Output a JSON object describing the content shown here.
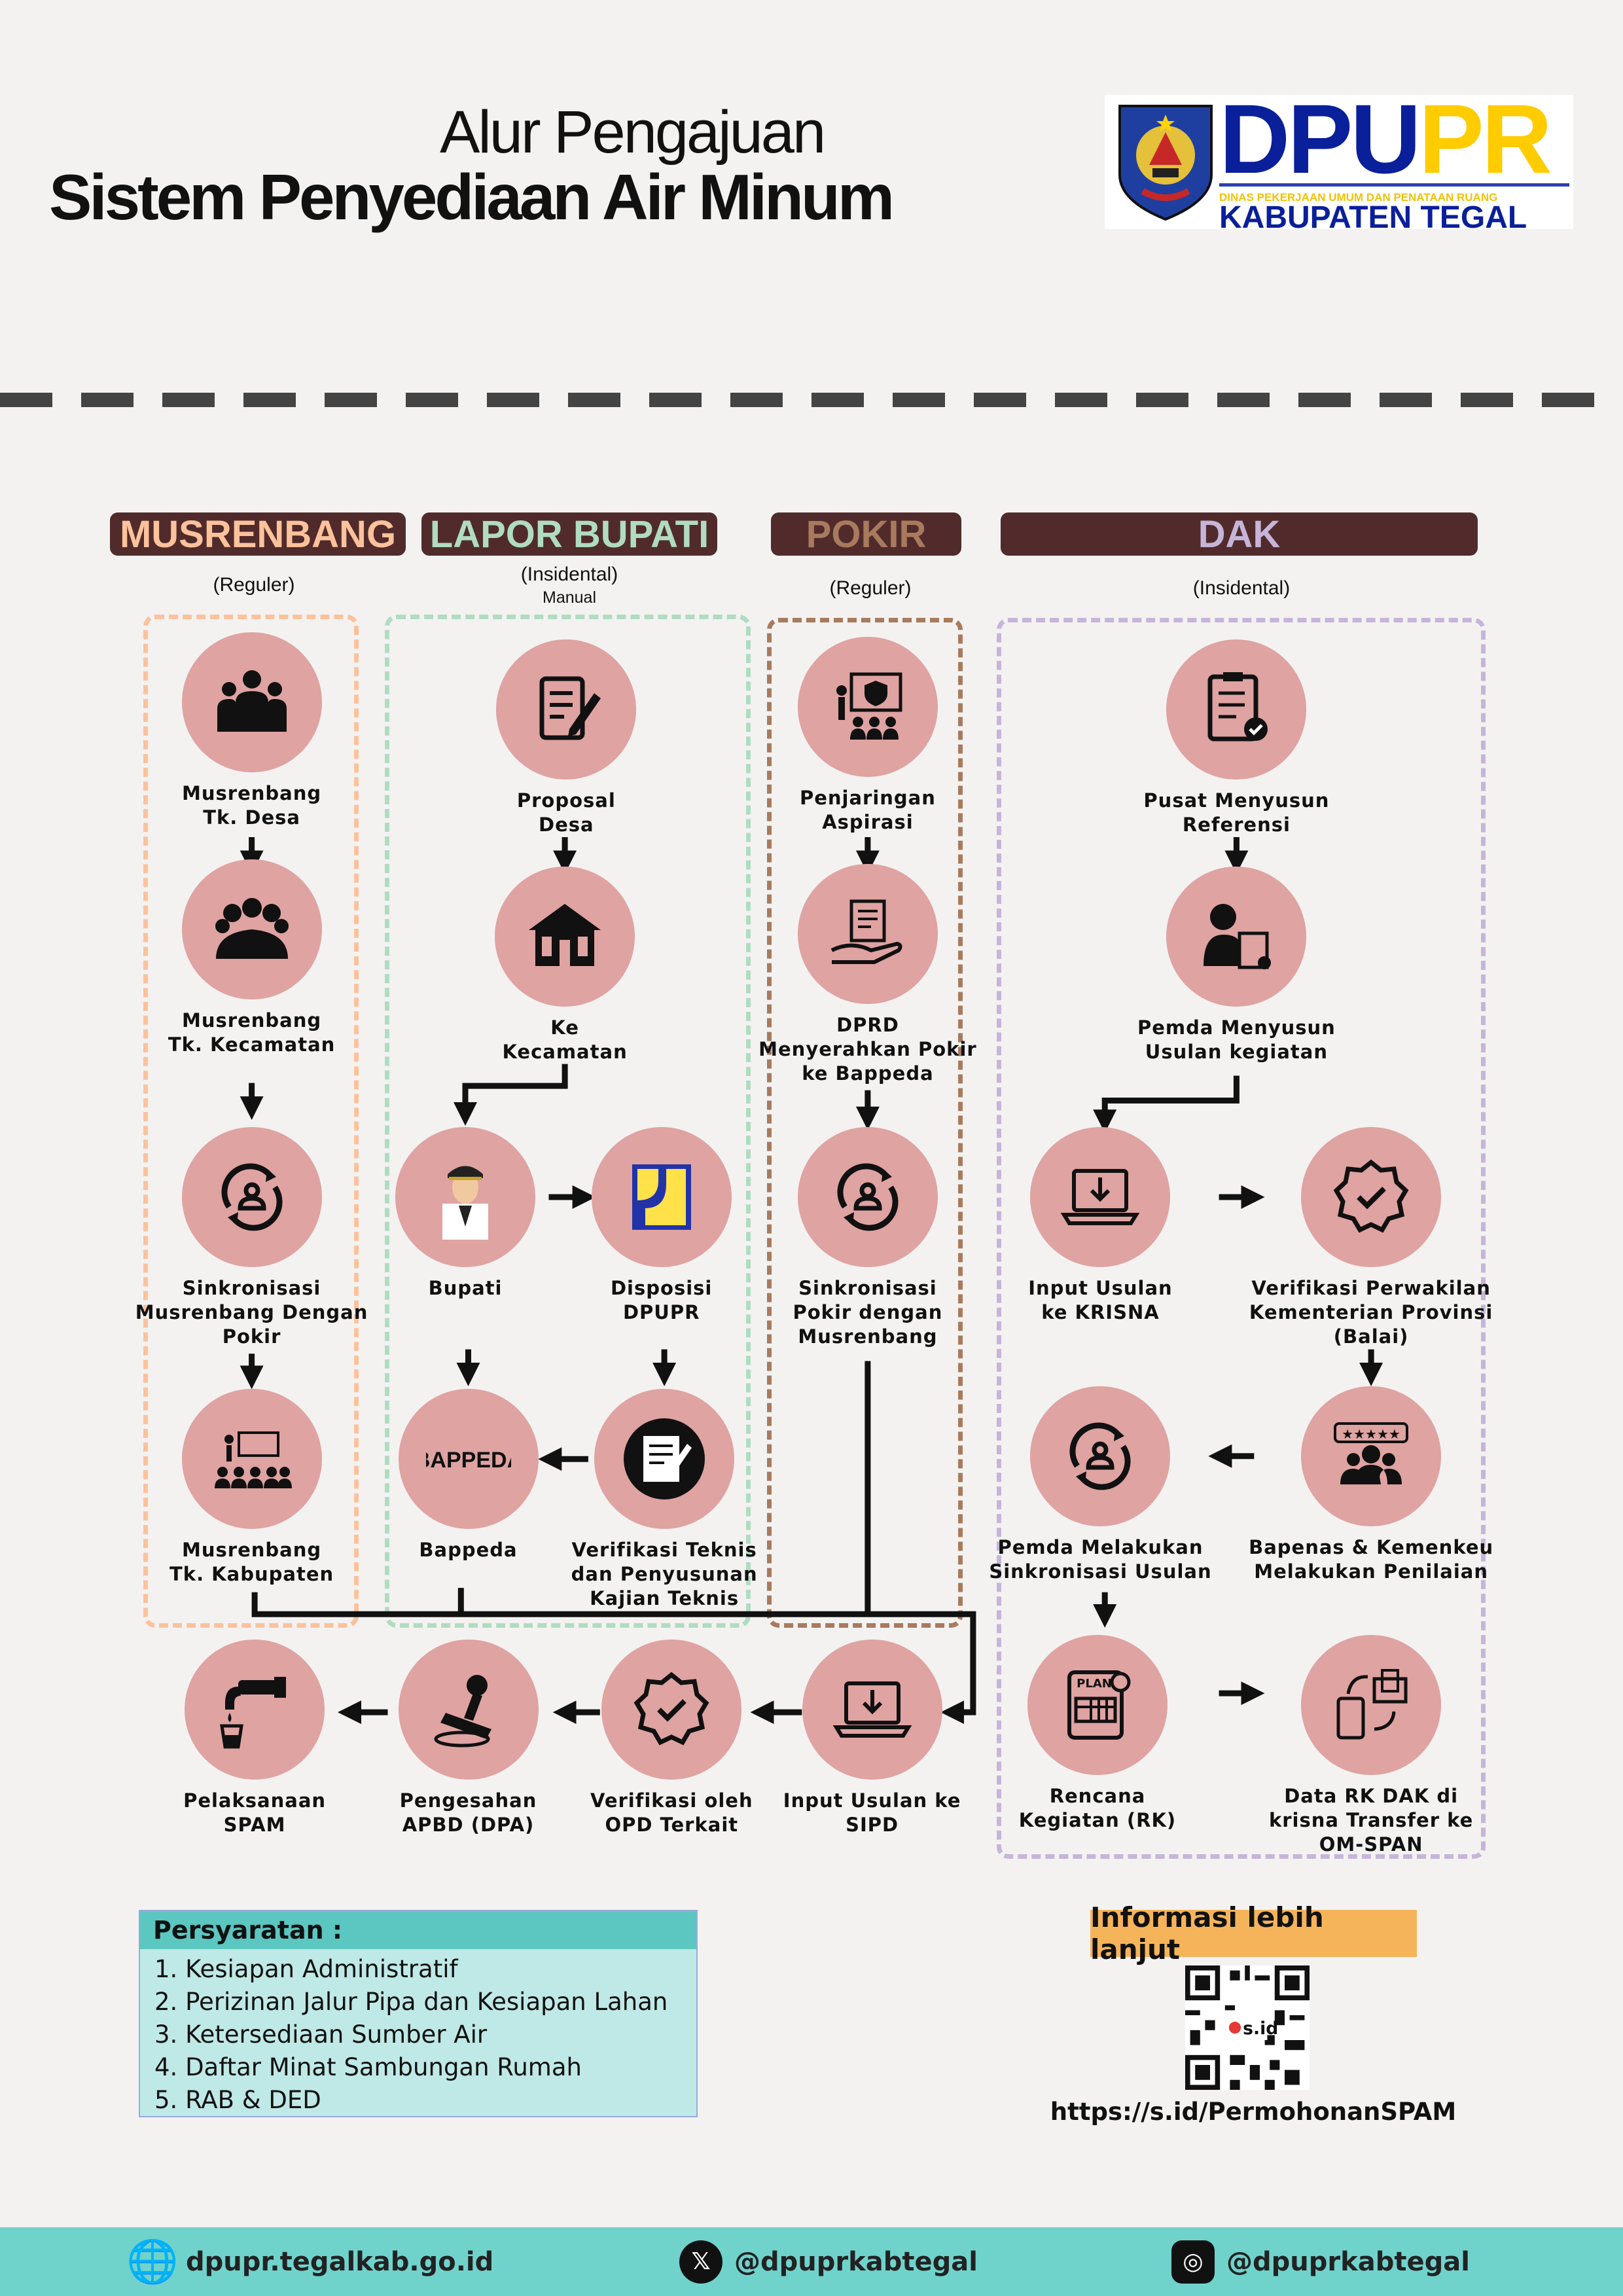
{
  "header": {
    "title_line1": "Alur Pengajuan",
    "title_line2": "Sistem Penyediaan Air Minum",
    "logo": {
      "name": "DPUPR",
      "name_blue": "DPU",
      "name_yellow": "PR",
      "subtitle": "DINAS PEKERJAAN UMUM DAN PENATAAN RUANG",
      "region": "KABUPATEN TEGAL"
    }
  },
  "columns": [
    {
      "id": "musrenbang",
      "title": "MUSRENBANG",
      "note": "(Reguler)",
      "note2": "",
      "color": "#fcc29c"
    },
    {
      "id": "lapor",
      "title": "LAPOR BUPATI",
      "note": "(Insidental)",
      "note2": "Manual",
      "color": "#b0dcc1"
    },
    {
      "id": "pokir",
      "title": "POKIR",
      "note": "(Reguler)",
      "note2": "",
      "color": "#a87a5e"
    },
    {
      "id": "dak",
      "title": "DAK",
      "note": "(Insidental)",
      "note2": "",
      "color": "#c6b5d9"
    }
  ],
  "nodes": {
    "m1": {
      "label": "Musrenbang\nTk. Desa",
      "icon": "crowd-icon"
    },
    "m2": {
      "label": "Musrenbang\nTk. Kecamatan",
      "icon": "group-icon"
    },
    "m3": {
      "label": "Sinkronisasi\nMusrenbang Dengan\nPokir",
      "icon": "sync-user-icon"
    },
    "m4": {
      "label": "Musrenbang\nTk. Kabupaten",
      "icon": "meeting-icon"
    },
    "l1": {
      "label": "Proposal\nDesa",
      "icon": "document-pen-icon"
    },
    "l2": {
      "label": "Ke\nKecamatan",
      "icon": "building-icon"
    },
    "l3": {
      "label": "Bupati",
      "icon": "official-avatar-icon"
    },
    "l4": {
      "label": "Disposisi\nDPUPR",
      "icon": "pu-logo-icon"
    },
    "l5": {
      "label": "Bappeda",
      "icon": "bappeda-logo-icon",
      "logo_text": "BAPPEDA"
    },
    "l6": {
      "label": "Verifikasi Teknis\ndan Penyusunan\nKajian Teknis",
      "icon": "document-edit-icon"
    },
    "p1": {
      "label": "Penjaringan\nAspirasi",
      "icon": "presentation-shield-icon"
    },
    "p2": {
      "label": "DPRD\nMenyerahkan Pokir\nke Bappeda",
      "icon": "hand-document-icon"
    },
    "p3": {
      "label": "Sinkronisasi\nPokir dengan\nMusrenbang",
      "icon": "sync-user-icon"
    },
    "d1": {
      "label": "Pusat Menyusun\nReferensi",
      "icon": "clipboard-check-icon"
    },
    "d2": {
      "label": "Pemda Menyusun\nUsulan kegiatan",
      "icon": "user-clipboard-icon"
    },
    "d3": {
      "label": "Input Usulan\nke KRISNA",
      "icon": "laptop-download-icon"
    },
    "d4": {
      "label": "Verifikasi Perwakilan\nKementerian Provinsi\n(Balai)",
      "icon": "badge-check-icon"
    },
    "d5": {
      "label": "Pemda Melakukan\nSinkronisasi Usulan",
      "icon": "sync-user-icon"
    },
    "d6": {
      "label": "Bapenas & Kemenkeu\nMelakukan Penilaian",
      "icon": "rating-group-icon"
    },
    "d7": {
      "label": "Rencana\nKegiatan (RK)",
      "icon": "plan-icon",
      "icon_text": "PLAN"
    },
    "d8": {
      "label": "Data RK DAK di\nkrisna Transfer ke\nOM-SPAN",
      "icon": "data-transfer-icon"
    },
    "b1": {
      "label": "Input Usulan ke\nSIPD",
      "icon": "laptop-download-icon"
    },
    "b2": {
      "label": "Verifikasi oleh\nOPD Terkait",
      "icon": "badge-check-icon"
    },
    "b3": {
      "label": "Pengesahan\nAPBD (DPA)",
      "icon": "stamp-icon"
    },
    "b4": {
      "label": "Pelaksanaan\nSPAM",
      "icon": "water-tap-icon"
    }
  },
  "requirements": {
    "title": "Persyaratan :",
    "items": [
      "1. Kesiapan Administratif",
      "2. Perizinan Jalur Pipa dan Kesiapan Lahan",
      "3. Ketersediaan Sumber Air",
      "4. Daftar Minat Sambungan Rumah",
      "5. RAB & DED"
    ]
  },
  "info": {
    "title": "Informasi lebih lanjut",
    "qr_text": "s.id",
    "url": "https://s.id/PermohonanSPAM"
  },
  "footer": {
    "website": "dpupr.tegalkab.go.id",
    "x_handle": "@dpuprkabtegal",
    "instagram": "@dpuprkabtegal"
  }
}
